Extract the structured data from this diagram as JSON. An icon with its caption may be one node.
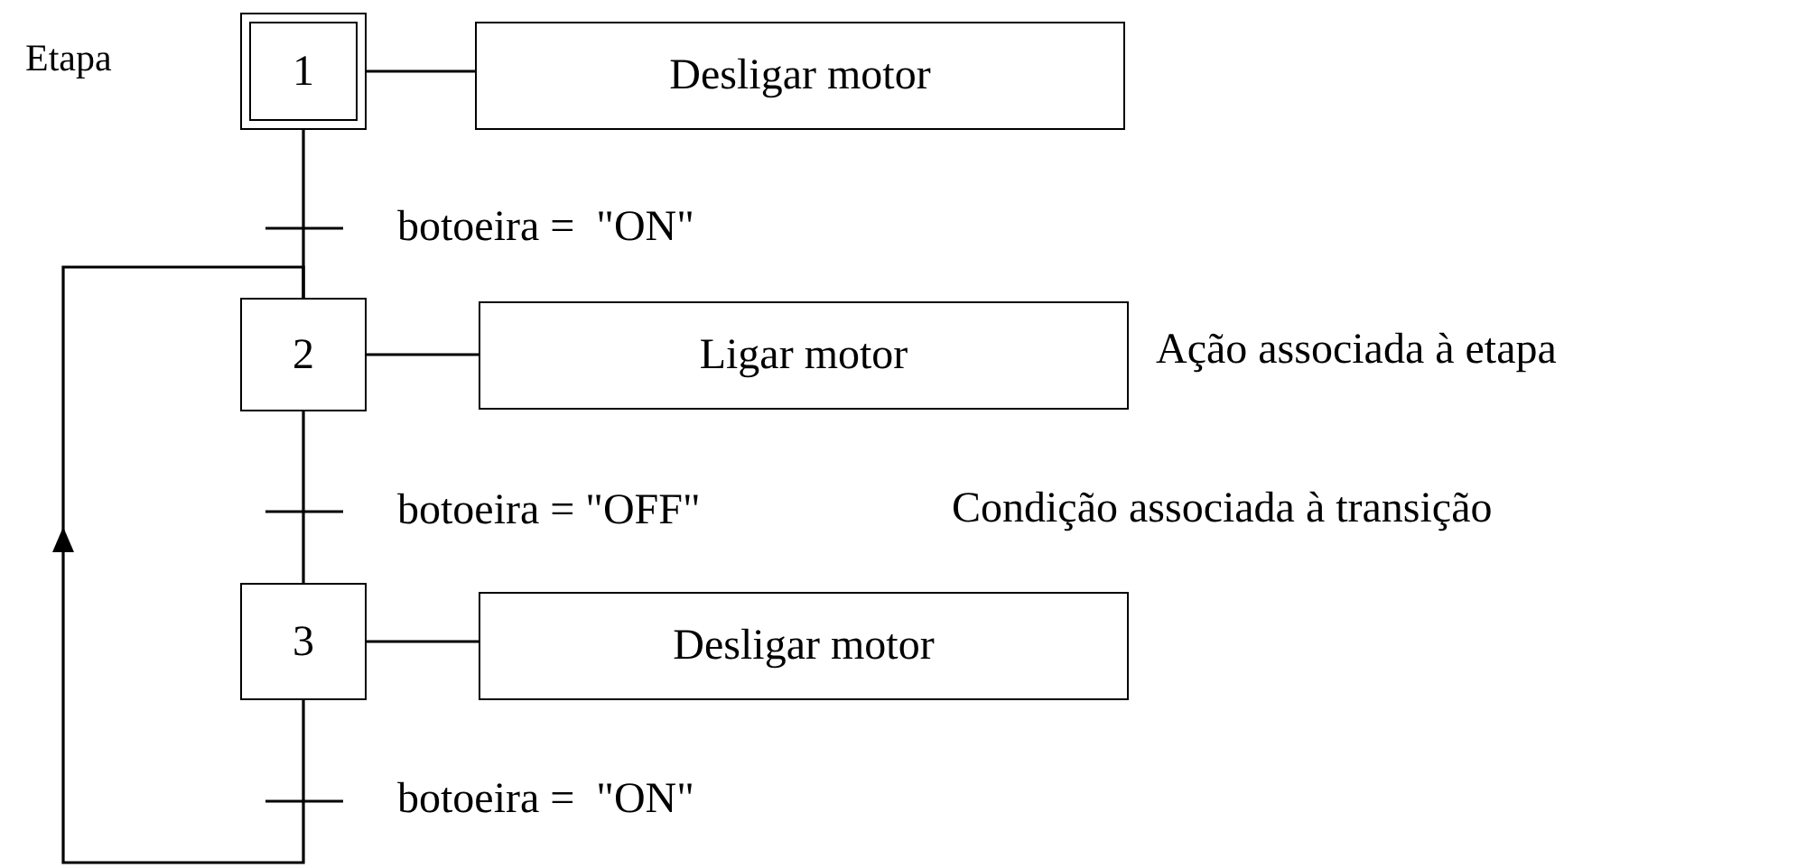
{
  "diagram": {
    "nodes": [
      {
        "text": [
          "1"
        ],
        "beside": [
          "Etapa"
        ]
      },
      {
        "text": [
          "Desligar motor"
        ]
      },
      {
        "text": [
          "2"
        ]
      },
      {
        "text": [
          "Ligar motor"
        ],
        "beside": [
          "Ação associada à etapa"
        ]
      },
      {
        "text": [
          "3"
        ]
      },
      {
        "text": [
          "Desligar motor"
        ]
      }
    ],
    "edges": [
      {
        "from": 0,
        "to": 1,
        "arrow": "none"
      },
      {
        "from": 0,
        "to": 2,
        "arrow": "none",
        "label": "botoeira =  \"ON\""
      },
      {
        "from": 2,
        "to": 3,
        "arrow": "none"
      },
      {
        "from": 2,
        "to": 4,
        "arrow": "none",
        "label": "botoeira = \"OFF\""
      },
      {
        "from": 4,
        "to": 5,
        "arrow": "none"
      },
      {
        "from": 4,
        "to": 2,
        "arrow": "to",
        "label": "botoeira =  \"ON\""
      }
    ],
    "labels": [
      "Condição associada à transição"
    ]
  }
}
